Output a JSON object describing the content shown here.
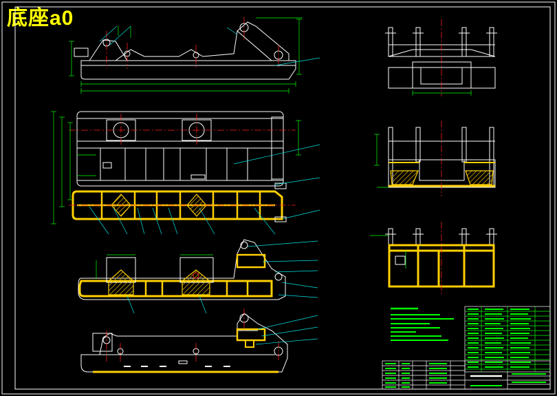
{
  "title": "底座a0",
  "colors": {
    "background": "#000000",
    "outline": "#ffffff",
    "centerline": "#ff2020",
    "dimension": "#00ff00",
    "leader": "#00e5e5",
    "hatch": "#ffd000",
    "title_text": "#ffff00",
    "table_green": "#00ff00"
  },
  "views": [
    {
      "name": "side-elevation"
    },
    {
      "name": "plan-view"
    },
    {
      "name": "section-view-1"
    },
    {
      "name": "section-view-2"
    },
    {
      "name": "end-view-top"
    },
    {
      "name": "end-section-middle"
    },
    {
      "name": "end-section-bottom"
    }
  ]
}
